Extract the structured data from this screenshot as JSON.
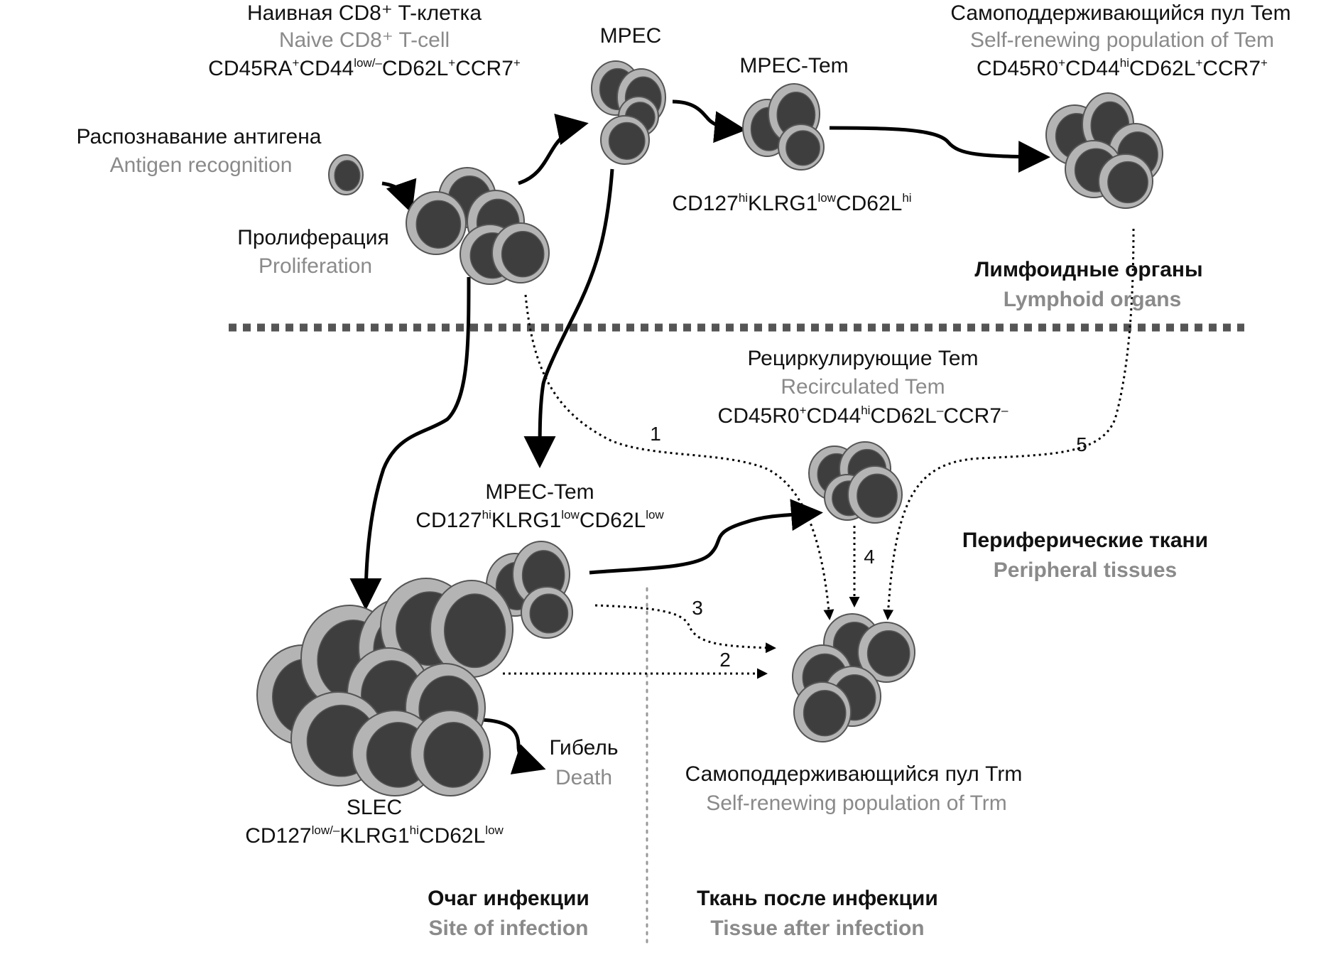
{
  "colors": {
    "text_ru": "#111111",
    "text_en": "#8a8a8a",
    "cell_membrane": "#b4b4b4",
    "cell_nucleus": "#3e3e3e",
    "cell_outline": "#555555",
    "divider": "#555555"
  },
  "labels": {
    "naive": {
      "ru": "Наивная CD8⁺ T-клетка",
      "en": "Naive CD8⁺ T-cell",
      "markers": [
        {
          "base": "CD45RA",
          "sup": "+"
        },
        {
          "base": "CD44",
          "sup": "low/–"
        },
        {
          "base": "CD62L",
          "sup": "+"
        },
        {
          "base": "CCR7",
          "sup": "+"
        }
      ]
    },
    "antigen": {
      "ru": "Распознавание антигена",
      "en": "Antigen recognition"
    },
    "proliferation": {
      "ru": "Пролиферация",
      "en": "Proliferation"
    },
    "mpec": {
      "title": "MPEC"
    },
    "mpec_tem_top": {
      "title": "MPEC-Tem",
      "markers": [
        {
          "base": "CD127",
          "sup": "hi"
        },
        {
          "base": "KLRG1",
          "sup": "low"
        },
        {
          "base": "CD62L",
          "sup": "hi"
        }
      ]
    },
    "tem_pool": {
      "ru": "Самоподдерживающийся пул Tem",
      "en": "Self-renewing population of  Tem",
      "markers": [
        {
          "base": "CD45R0",
          "sup": "+"
        },
        {
          "base": "CD44",
          "sup": "hi"
        },
        {
          "base": "CD62L",
          "sup": "+"
        },
        {
          "base": "CCR7",
          "sup": "+"
        }
      ]
    },
    "lymphoid": {
      "ru": "Лимфоидные органы",
      "en": "Lymphoid organs"
    },
    "recirculated": {
      "ru": "Рециркулирующие Tem",
      "en": "Recirculated Tem",
      "markers": [
        {
          "base": "CD45R0",
          "sup": "+"
        },
        {
          "base": "CD44",
          "sup": "hi"
        },
        {
          "base": "CD62L",
          "sup": "–"
        },
        {
          "base": "CCR7",
          "sup": "–"
        }
      ]
    },
    "mpec_tem_bottom": {
      "title": "MPEC-Tem",
      "markers": [
        {
          "base": "CD127",
          "sup": "hi"
        },
        {
          "base": "KLRG1",
          "sup": "low"
        },
        {
          "base": "CD62L",
          "sup": "low"
        }
      ]
    },
    "peripheral": {
      "ru": "Периферические ткани",
      "en": "Peripheral tissues"
    },
    "death": {
      "ru": "Гибель",
      "en": "Death"
    },
    "slec": {
      "title": "SLEC",
      "markers": [
        {
          "base": "CD127",
          "sup": "low/–"
        },
        {
          "base": "KLRG1",
          "sup": "hi"
        },
        {
          "base": "CD62L",
          "sup": "low"
        }
      ]
    },
    "trm_pool": {
      "ru": "Самоподдерживающийся пул Trm",
      "en": "Self-renewing population of Trm"
    },
    "site_infection": {
      "ru": "Очаг инфекции",
      "en": "Site of infection"
    },
    "tissue_after": {
      "ru": "Ткань после инфекции",
      "en": "Tissue after infection"
    }
  },
  "pathways": [
    "1",
    "2",
    "3",
    "4",
    "5"
  ]
}
